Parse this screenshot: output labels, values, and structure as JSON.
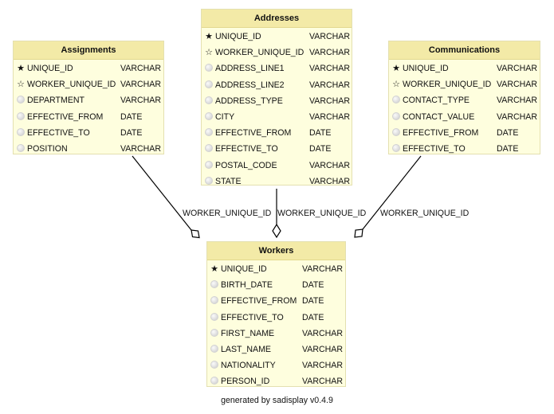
{
  "entities": {
    "addresses": {
      "title": "Addresses",
      "columns": [
        {
          "name": "UNIQUE_ID",
          "type": "VARCHAR",
          "key": "primary"
        },
        {
          "name": "WORKER_UNIQUE_ID",
          "type": "VARCHAR",
          "key": "foreign"
        },
        {
          "name": "ADDRESS_LINE1",
          "type": "VARCHAR",
          "key": "none"
        },
        {
          "name": "ADDRESS_LINE2",
          "type": "VARCHAR",
          "key": "none"
        },
        {
          "name": "ADDRESS_TYPE",
          "type": "VARCHAR",
          "key": "none"
        },
        {
          "name": "CITY",
          "type": "VARCHAR",
          "key": "none"
        },
        {
          "name": "EFFECTIVE_FROM",
          "type": "DATE",
          "key": "none"
        },
        {
          "name": "EFFECTIVE_TO",
          "type": "DATE",
          "key": "none"
        },
        {
          "name": "POSTAL_CODE",
          "type": "VARCHAR",
          "key": "none"
        },
        {
          "name": "STATE",
          "type": "VARCHAR",
          "key": "none"
        }
      ]
    },
    "assignments": {
      "title": "Assignments",
      "columns": [
        {
          "name": "UNIQUE_ID",
          "type": "VARCHAR",
          "key": "primary"
        },
        {
          "name": "WORKER_UNIQUE_ID",
          "type": "VARCHAR",
          "key": "foreign"
        },
        {
          "name": "DEPARTMENT",
          "type": "VARCHAR",
          "key": "none"
        },
        {
          "name": "EFFECTIVE_FROM",
          "type": "DATE",
          "key": "none"
        },
        {
          "name": "EFFECTIVE_TO",
          "type": "DATE",
          "key": "none"
        },
        {
          "name": "POSITION",
          "type": "VARCHAR",
          "key": "none"
        }
      ]
    },
    "communications": {
      "title": "Communications",
      "columns": [
        {
          "name": "UNIQUE_ID",
          "type": "VARCHAR",
          "key": "primary"
        },
        {
          "name": "WORKER_UNIQUE_ID",
          "type": "VARCHAR",
          "key": "foreign"
        },
        {
          "name": "CONTACT_TYPE",
          "type": "VARCHAR",
          "key": "none"
        },
        {
          "name": "CONTACT_VALUE",
          "type": "VARCHAR",
          "key": "none"
        },
        {
          "name": "EFFECTIVE_FROM",
          "type": "DATE",
          "key": "none"
        },
        {
          "name": "EFFECTIVE_TO",
          "type": "DATE",
          "key": "none"
        }
      ]
    },
    "workers": {
      "title": "Workers",
      "columns": [
        {
          "name": "UNIQUE_ID",
          "type": "VARCHAR",
          "key": "primary"
        },
        {
          "name": "BIRTH_DATE",
          "type": "DATE",
          "key": "none"
        },
        {
          "name": "EFFECTIVE_FROM",
          "type": "DATE",
          "key": "none"
        },
        {
          "name": "EFFECTIVE_TO",
          "type": "DATE",
          "key": "none"
        },
        {
          "name": "FIRST_NAME",
          "type": "VARCHAR",
          "key": "none"
        },
        {
          "name": "LAST_NAME",
          "type": "VARCHAR",
          "key": "none"
        },
        {
          "name": "NATIONALITY",
          "type": "VARCHAR",
          "key": "none"
        },
        {
          "name": "PERSON_ID",
          "type": "VARCHAR",
          "key": "none"
        }
      ]
    }
  },
  "relationships": [
    {
      "from": "Assignments",
      "to": "Workers",
      "label": "WORKER_UNIQUE_ID"
    },
    {
      "from": "Addresses",
      "to": "Workers",
      "label": "WORKER_UNIQUE_ID"
    },
    {
      "from": "Communications",
      "to": "Workers",
      "label": "WORKER_UNIQUE_ID"
    }
  ],
  "footer": {
    "text": "generated by sadisplay v0.4.9"
  }
}
